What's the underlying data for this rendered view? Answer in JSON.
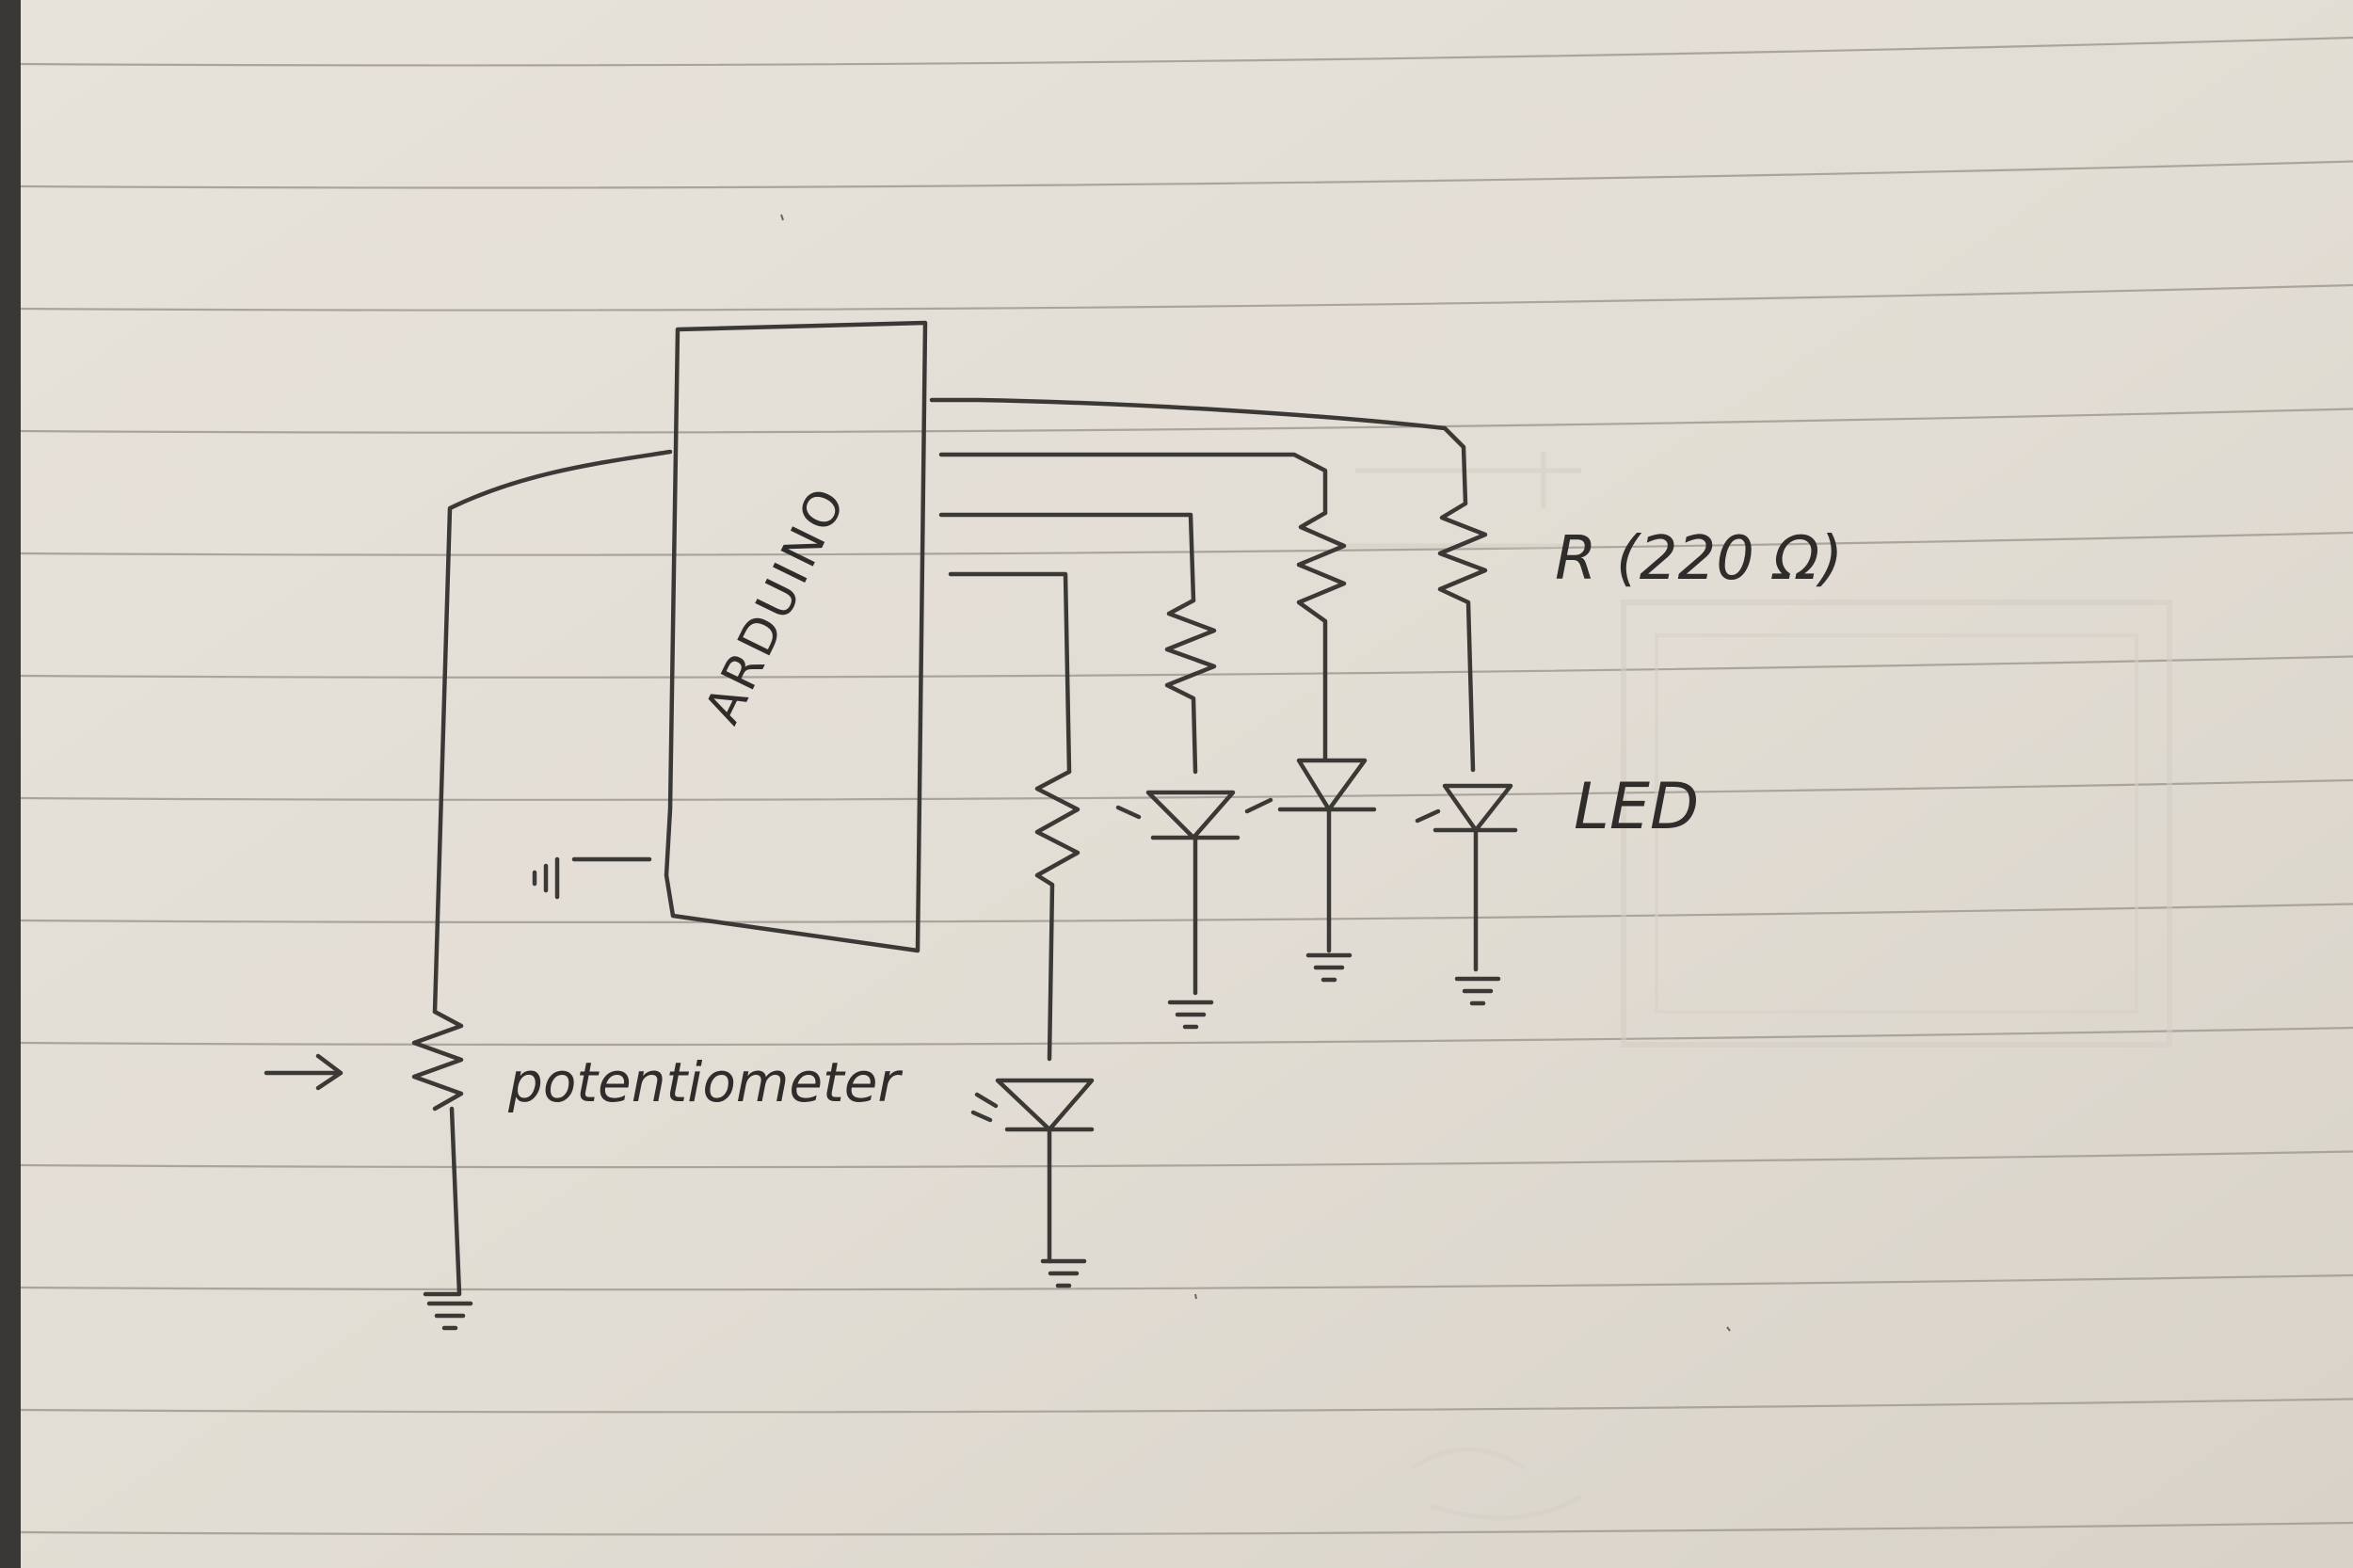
{
  "diagram": {
    "arduino_label": "ARDUINO",
    "resistor_label": "R (220 Ω)",
    "led_label": "LED",
    "potentiometer_label": "potentiometer"
  }
}
